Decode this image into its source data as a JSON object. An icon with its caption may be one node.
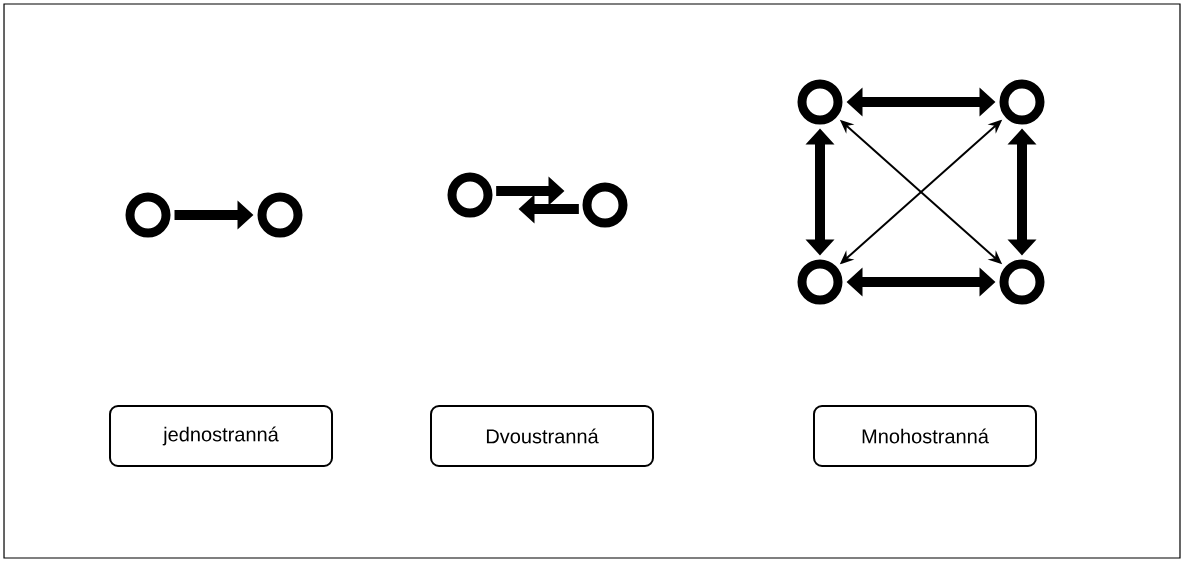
{
  "diagram": {
    "nodes": [
      {
        "text": [],
        "shape": "circle"
      },
      {
        "text": [],
        "shape": "circle"
      },
      {
        "text": [],
        "shape": "circle"
      },
      {
        "text": [],
        "shape": "circle"
      },
      {
        "text": [],
        "shape": "circle"
      },
      {
        "text": [],
        "shape": "circle"
      },
      {
        "text": [],
        "shape": "circle"
      },
      {
        "text": [],
        "shape": "circle"
      },
      {
        "text": [
          "jednostranná"
        ]
      },
      {
        "text": [
          "Dvoustranná"
        ]
      },
      {
        "text": [
          "Mnohostranná"
        ]
      }
    ],
    "edges": [
      {
        "from": 0,
        "to": 1,
        "arrow": "to"
      },
      {
        "from": 2,
        "to": 3,
        "arrow": "to"
      },
      {
        "from": 3,
        "to": 2,
        "arrow": "to"
      },
      {
        "from": 4,
        "to": 5,
        "arrow": "both"
      },
      {
        "from": 4,
        "to": 6,
        "arrow": "both"
      },
      {
        "from": 5,
        "to": 7,
        "arrow": "both"
      },
      {
        "from": 6,
        "to": 7,
        "arrow": "both"
      },
      {
        "from": 4,
        "to": 7,
        "arrow": "both"
      },
      {
        "from": 5,
        "to": 6,
        "arrow": "both"
      }
    ]
  }
}
